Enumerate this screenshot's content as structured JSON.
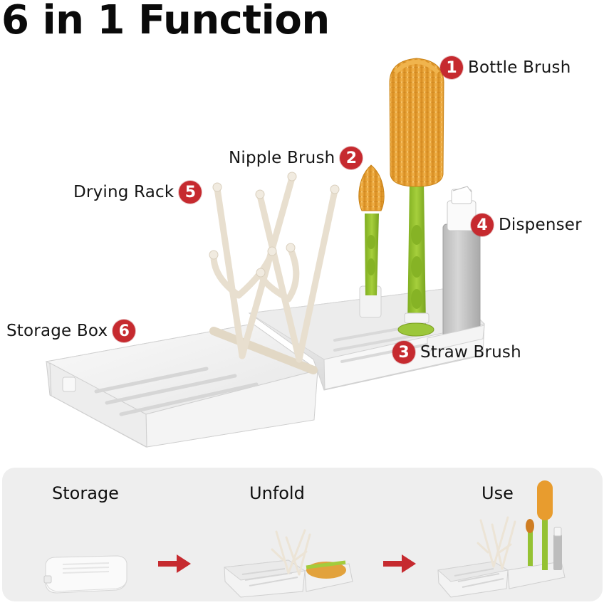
{
  "header": {
    "title": "6 in 1 Function"
  },
  "callouts": [
    {
      "number": "1",
      "label": "Bottle Brush"
    },
    {
      "number": "2",
      "label": "Nipple Brush"
    },
    {
      "number": "3",
      "label": "Straw Brush"
    },
    {
      "number": "4",
      "label": "Dispenser"
    },
    {
      "number": "5",
      "label": "Drying Rack"
    },
    {
      "number": "6",
      "label": "Storage Box"
    }
  ],
  "steps": [
    {
      "label": "Storage"
    },
    {
      "label": "Unfold"
    },
    {
      "label": "Use"
    }
  ],
  "colors": {
    "badge": "#c62a2f",
    "arrow": "#c62a2f",
    "brush_bristles": "#e9a53a",
    "brush_handle": "#8fbd2e",
    "rack": "#ece4d6",
    "box": "#f3f3f3",
    "steps_panel": "#eeeeee"
  }
}
